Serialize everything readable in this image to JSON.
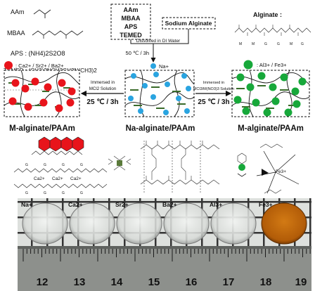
{
  "reagents": {
    "aam": "AAm",
    "mbaa": "MBAA",
    "aps": "APS : (NH4)2S2O8",
    "temed": "TEMED : (CH3)2NCH2CH2N(CH3)2"
  },
  "top_box": {
    "lines": [
      "AAm",
      "MBAA",
      "APS",
      "TEMED"
    ]
  },
  "sodium_alginate_label": "Sodium Alginate",
  "dissolved_label": "Dissolved in DI Water",
  "condition_top": "50 ℃ / 3h",
  "alginate_label": "Alginate :",
  "alginate_units": [
    "M",
    "M",
    "G",
    "G",
    "M",
    "G"
  ],
  "legend": {
    "divalent": ": Ca2+ / Sr2+ / Ba2+",
    "na": "Na+",
    "trivalent": ": Al3+ / Fe3+"
  },
  "arrows": {
    "left_text_1": "Immersed in",
    "left_text_2": "MCl2 Solution",
    "left_condition": "25 ℃ / 3h",
    "right_text_1": "Immersed in",
    "right_text_2": "MCl3/M(NO3)3 Solution",
    "right_condition": "25 ℃ / 3h"
  },
  "gels": {
    "left": "M-alginate/PAAm",
    "center": "Na-alginate/PAAm",
    "right": "M-alginate/PAAm"
  },
  "egg_box": {
    "ion": "Ca2+",
    "g_label": "G",
    "trivalent_ion": "Fe3+"
  },
  "photo": {
    "ions": [
      "Na+",
      "Ca2+",
      "Sr2+",
      "Ba2+",
      "Al3+",
      "Fe3+"
    ],
    "ruler_numbers": [
      "12",
      "13",
      "14",
      "15",
      "16",
      "17",
      "18",
      "19"
    ]
  },
  "colors": {
    "divalent": "#e8141b",
    "na": "#2aa4e0",
    "trivalent": "#17a83a",
    "fe_gel": "#c46a0f"
  }
}
